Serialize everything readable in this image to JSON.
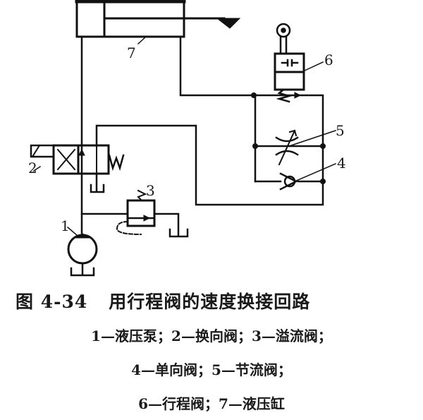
{
  "figure": {
    "number": "图 4-34",
    "title": "用行程阀的速度换接回路"
  },
  "legend": {
    "line1": "1—液压泵；2—换向阀；3—溢流阀；",
    "line2": "4—单向阀；5—节流阀；",
    "line3": "6—行程阀；7—液压缸"
  },
  "components": [
    {
      "id": "1",
      "name": "液压泵"
    },
    {
      "id": "2",
      "name": "换向阀"
    },
    {
      "id": "3",
      "name": "溢流阀"
    },
    {
      "id": "4",
      "name": "单向阀"
    },
    {
      "id": "5",
      "name": "节流阀"
    },
    {
      "id": "6",
      "name": "行程阀"
    },
    {
      "id": "7",
      "name": "液压缸"
    }
  ],
  "labels": {
    "l1": "1",
    "l2": "2",
    "l3": "3",
    "l4": "4",
    "l5": "5",
    "l6": "6",
    "l7": "7"
  }
}
